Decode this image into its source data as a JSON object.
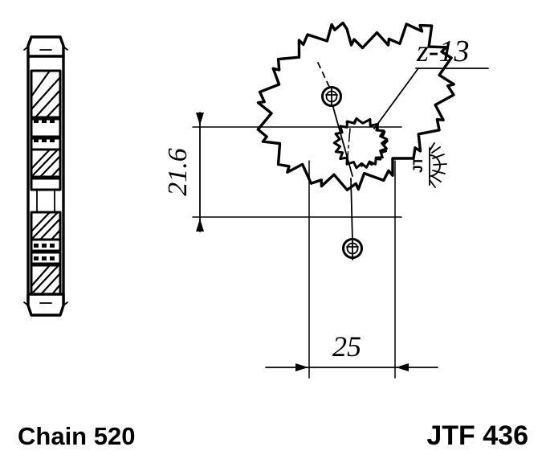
{
  "drawing": {
    "title": "JTF 436 front sprocket technical drawing",
    "background_color": "#ffffff",
    "line_color": "#000000",
    "views": {
      "side_section": {
        "name": "side-section-view",
        "description": "Vertical cross-section of sprocket showing hatched tooth sections and hollow hub"
      },
      "face": {
        "name": "face-view",
        "description": "Front face view of 13-tooth sprocket with inner splined hub"
      }
    },
    "annotations": {
      "teeth_label": "z-13",
      "teeth_count": 13,
      "inner_spline_count": 16,
      "dimension_vertical": "21.6",
      "dimension_horizontal": "25",
      "logo_name": "jt-sprockets-logo",
      "logo_text": "JT"
    },
    "footer": {
      "chain_label": "Chain 520",
      "part_number": "JTF 436"
    }
  }
}
